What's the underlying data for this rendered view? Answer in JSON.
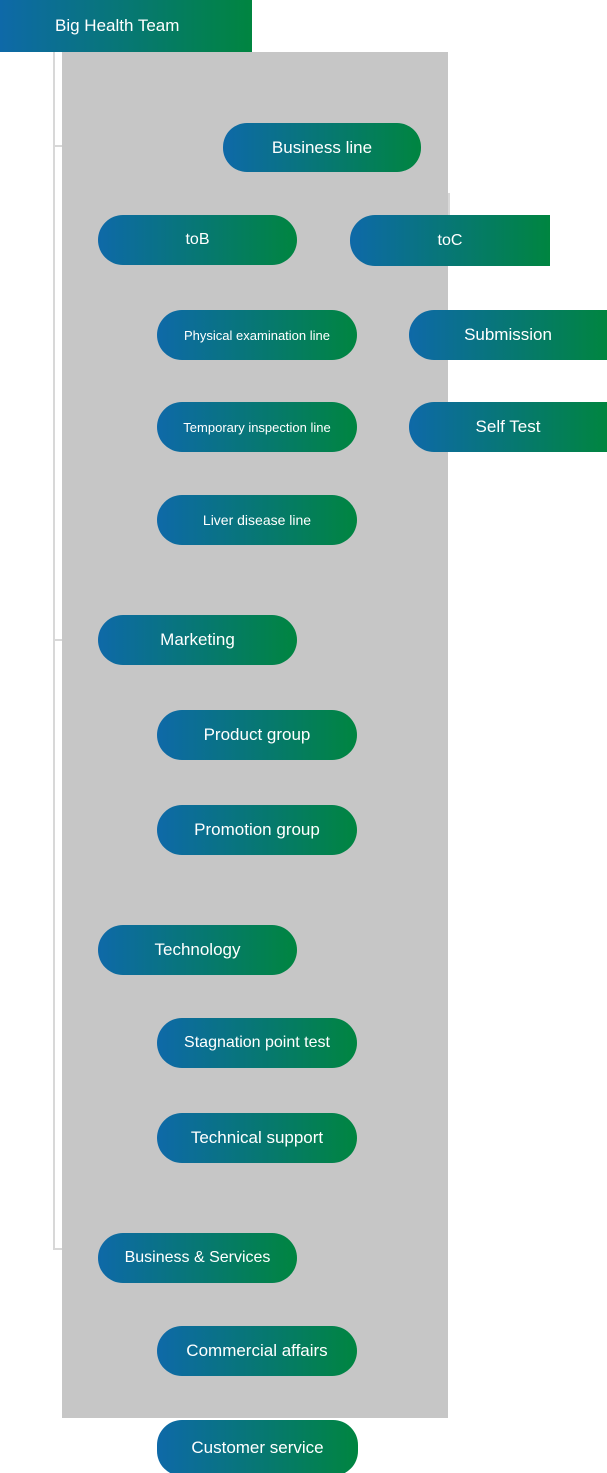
{
  "header": {
    "title": "Big Health Team"
  },
  "chart": {
    "type": "org-chart",
    "nodes": {
      "business_line": {
        "label": "Business line"
      },
      "tob": {
        "label": "toB"
      },
      "toc": {
        "label": "toC"
      },
      "physical_examination": {
        "label": "Physical examination line"
      },
      "submission": {
        "label": "Submission"
      },
      "temporary_inspection": {
        "label": "Temporary inspection line"
      },
      "self_test": {
        "label": "Self Test"
      },
      "liver_disease": {
        "label": "Liver disease line"
      },
      "marketing": {
        "label": "Marketing"
      },
      "product_group": {
        "label": "Product group"
      },
      "promotion_group": {
        "label": "Promotion group"
      },
      "technology": {
        "label": "Technology"
      },
      "stagnation_point_test": {
        "label": "Stagnation point test"
      },
      "technical_support": {
        "label": "Technical support"
      },
      "business_services": {
        "label": "Business & Services"
      },
      "commercial_affairs": {
        "label": "Commercial affairs"
      },
      "customer_service": {
        "label": "Customer service"
      }
    },
    "colors": {
      "gradient_start": "#0e69a8",
      "gradient_end": "#008540",
      "panel_background": "#c6c6c6",
      "connector": "#d8d8d8",
      "node_text": "#ffffff"
    }
  }
}
